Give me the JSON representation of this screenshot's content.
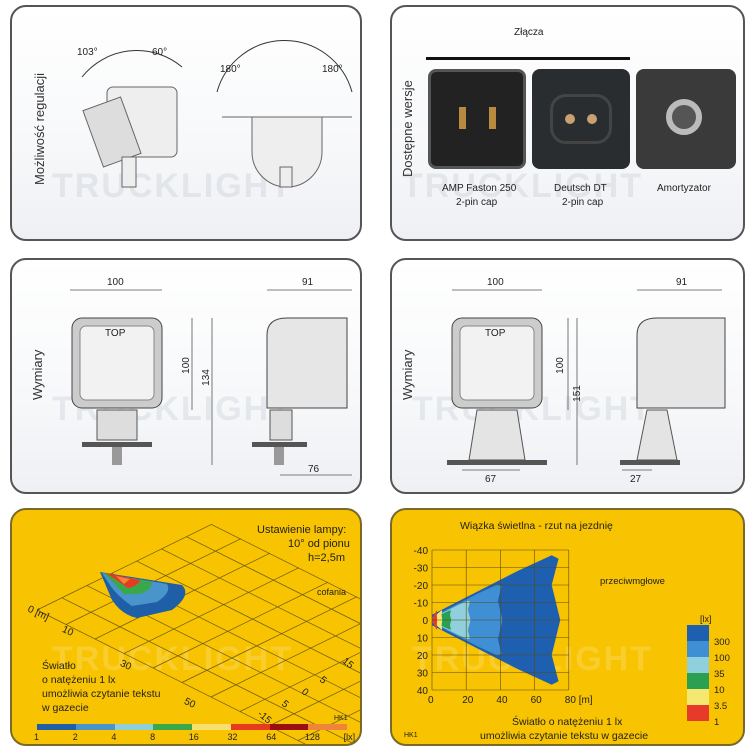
{
  "watermark": "TRUCKLIGHT",
  "adjustment": {
    "label": "Możliwość regulacji",
    "angles": [
      "103°",
      "60°",
      "180°",
      "180°"
    ]
  },
  "versions": {
    "label": "Dostępne wersje",
    "header": "Złącza",
    "items": [
      {
        "name": "AMP Faston 250",
        "sub": "2-pin cap"
      },
      {
        "name": "Deutsch DT",
        "sub": "2-pin cap"
      },
      {
        "name": "Amortyzator",
        "sub": ""
      }
    ]
  },
  "dims_left": {
    "label": "Wymiary",
    "width": "100",
    "height_inner": "100",
    "height_total": "134",
    "depth": "91",
    "base": "76",
    "top_mark": "TOP"
  },
  "dims_right": {
    "label": "Wymiary",
    "width": "100",
    "height_inner": "100",
    "height_total": "151",
    "depth": "91",
    "base_front": "67",
    "base_side": "27",
    "top_mark": "TOP"
  },
  "iso": {
    "settings": [
      "Ustawienie lampy:",
      "10° od pionu",
      "h=2,5m"
    ],
    "mode": "cofania",
    "dist_ticks": [
      "0 [m]",
      "10",
      "30",
      "50"
    ],
    "lat_ticks": [
      "15",
      "5",
      "0",
      "5",
      "-15"
    ],
    "note": [
      "Światło",
      "o natężeniu 1 lx",
      "umożliwia czytanie tekstu",
      "w gazecie"
    ],
    "code": "HK1",
    "legend": {
      "values": [
        "1",
        "2",
        "4",
        "8",
        "16",
        "32",
        "64",
        "128",
        "[lx]"
      ],
      "colors": [
        "#1f5fa8",
        "#4a94cc",
        "#8fd0d8",
        "#3aa84a",
        "#f5e070",
        "#e83a1e",
        "#9a1010",
        "#f0843a"
      ]
    }
  },
  "chart_data": {
    "type": "heatmap",
    "title": "Wiązka świetlna - rzut na jezdnię",
    "mode": "przeciwmgłowe",
    "x_ticks": [
      "0",
      "20",
      "40",
      "60",
      "80 [m]"
    ],
    "y_ticks": [
      "-40",
      "-30",
      "-20",
      "-10",
      "0",
      "10",
      "20",
      "30",
      "40"
    ],
    "xlim": [
      0,
      80
    ],
    "ylim": [
      -40,
      40
    ],
    "grid": true,
    "levels": [
      {
        "lx": "1",
        "color": "#1f5fb0",
        "reach": 1.0
      },
      {
        "lx": "3.5",
        "color": "#3f8fd4",
        "reach": 0.55
      },
      {
        "lx": "10",
        "color": "#8fd0dc",
        "reach": 0.3
      },
      {
        "lx": "35",
        "color": "#2aa050",
        "reach": 0.15
      },
      {
        "lx": "100",
        "color": "#f5e870",
        "reach": 0.08
      },
      {
        "lx": "300",
        "color": "#e83a2a",
        "reach": 0.04
      }
    ],
    "legend_unit": "[lx]",
    "legend_labels": [
      "300",
      "100",
      "35",
      "10",
      "3.5",
      "1"
    ],
    "note": [
      "Światło o natężeniu 1 lx",
      "umożliwia czytanie tekstu w gazecie"
    ],
    "code": "HK1"
  }
}
